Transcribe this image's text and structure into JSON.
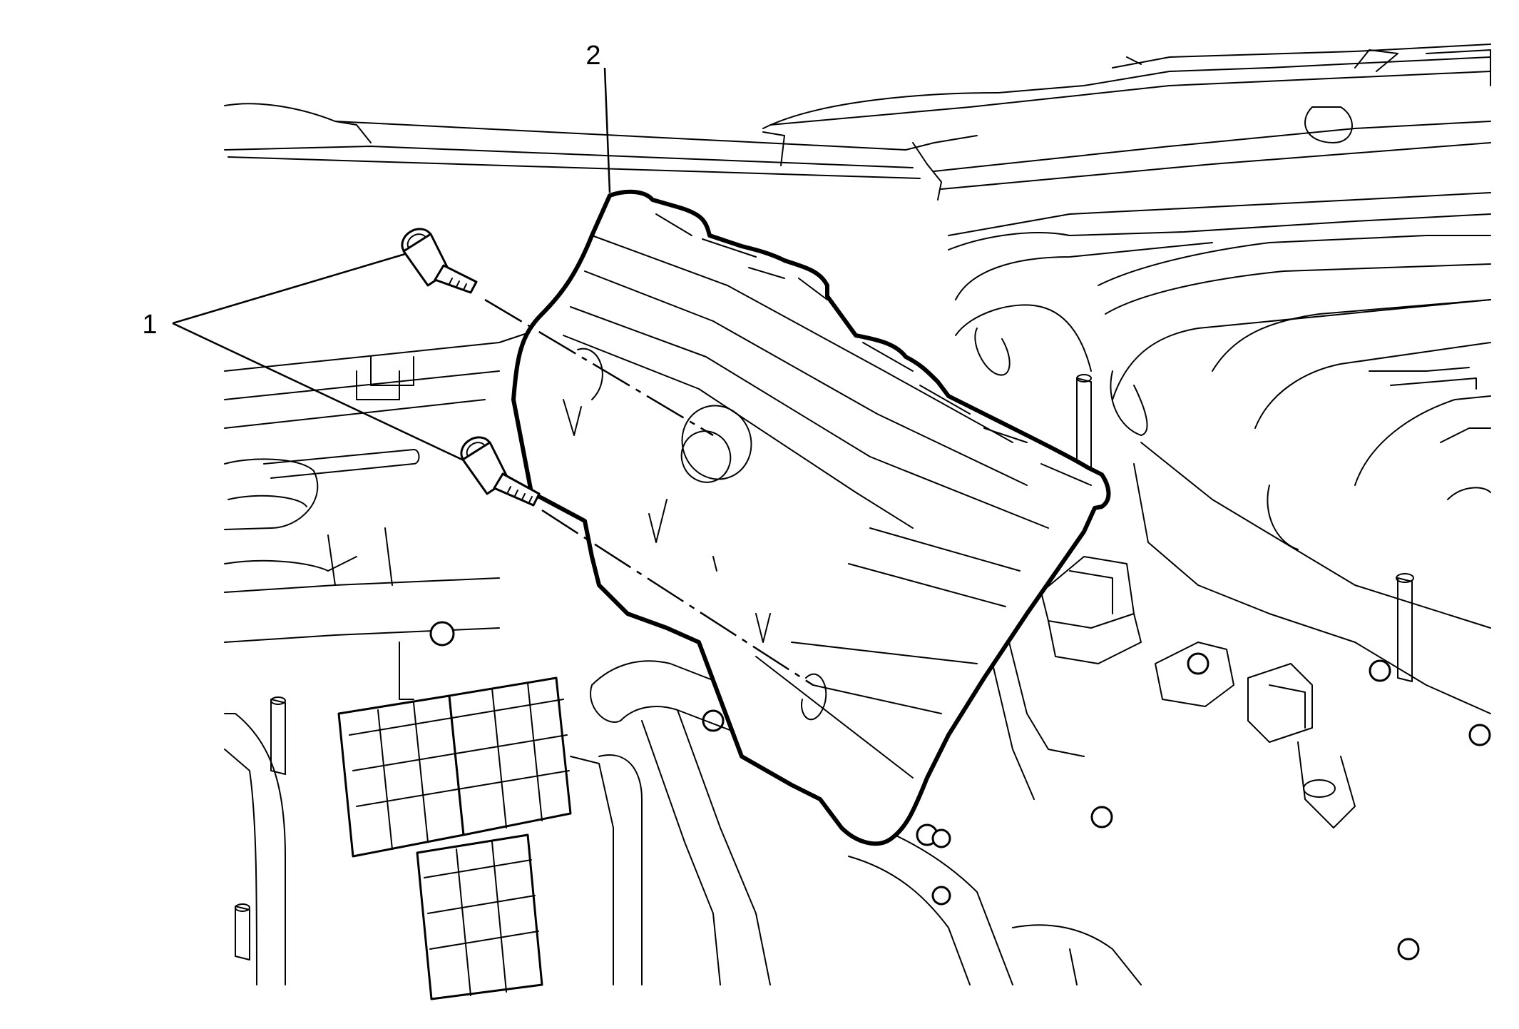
{
  "callouts": [
    {
      "label": "1",
      "part": "fasteners"
    },
    {
      "label": "2",
      "part": "cover"
    }
  ]
}
